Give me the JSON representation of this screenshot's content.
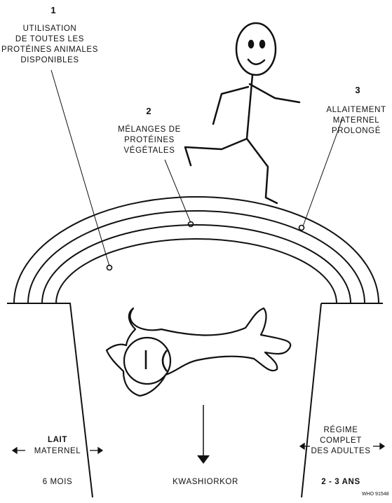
{
  "strategies": [
    {
      "number": "1",
      "lines": [
        "UTILISATION",
        "DE TOUTES LES",
        "PROTÉINES ANIMALES",
        "DISPONIBLES"
      ]
    },
    {
      "number": "2",
      "lines": [
        "MÉLANGES DE",
        "PROTÉINES",
        "VÉGÉTALES"
      ]
    },
    {
      "number": "3",
      "lines": [
        "ALLAITEMENT",
        "MATERNEL",
        "PROLONGÉ"
      ]
    }
  ],
  "left_bank": {
    "lines": [
      "LAIT",
      "MATERNEL"
    ],
    "age": "6 MOIS"
  },
  "right_bank": {
    "lines": [
      "RÉGIME",
      "COMPLET",
      "DES ADULTES"
    ],
    "age": "2 - 3 ANS"
  },
  "pit_label": "KWASHIORKOR",
  "figure_ref": "WHO 91548"
}
